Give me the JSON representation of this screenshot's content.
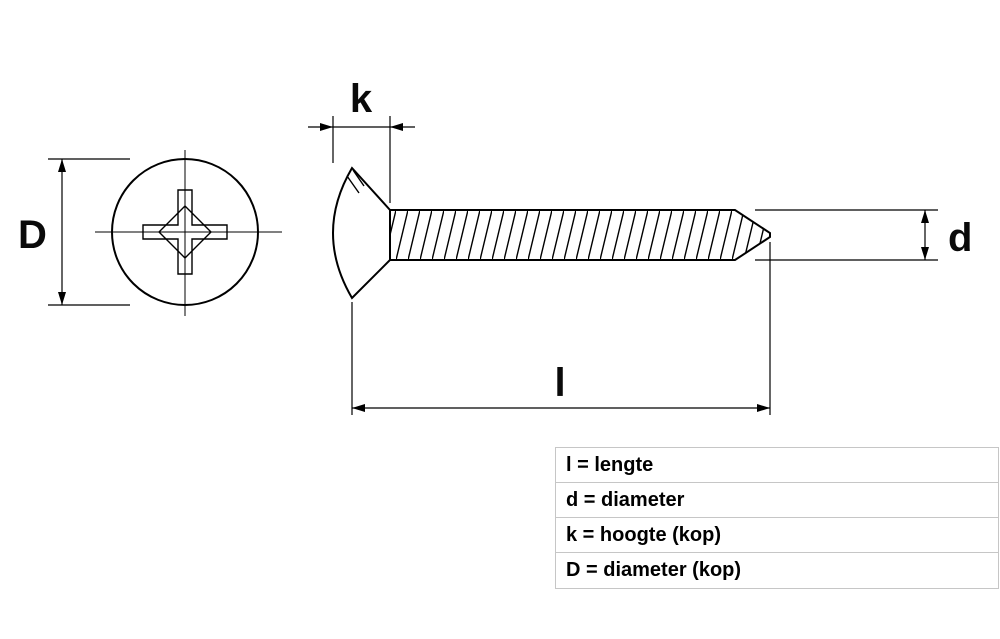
{
  "diagram": {
    "labels": {
      "head_height": "k",
      "head_diameter": "D",
      "shank_diameter": "d",
      "length": "l"
    }
  },
  "legend": {
    "rows": [
      "l = lengte",
      "d = diameter",
      "k = hoogte (kop)",
      "D = diameter (kop)"
    ]
  },
  "colors": {
    "line": "#000000",
    "background": "#ffffff",
    "table_border": "#c6c6c6"
  }
}
